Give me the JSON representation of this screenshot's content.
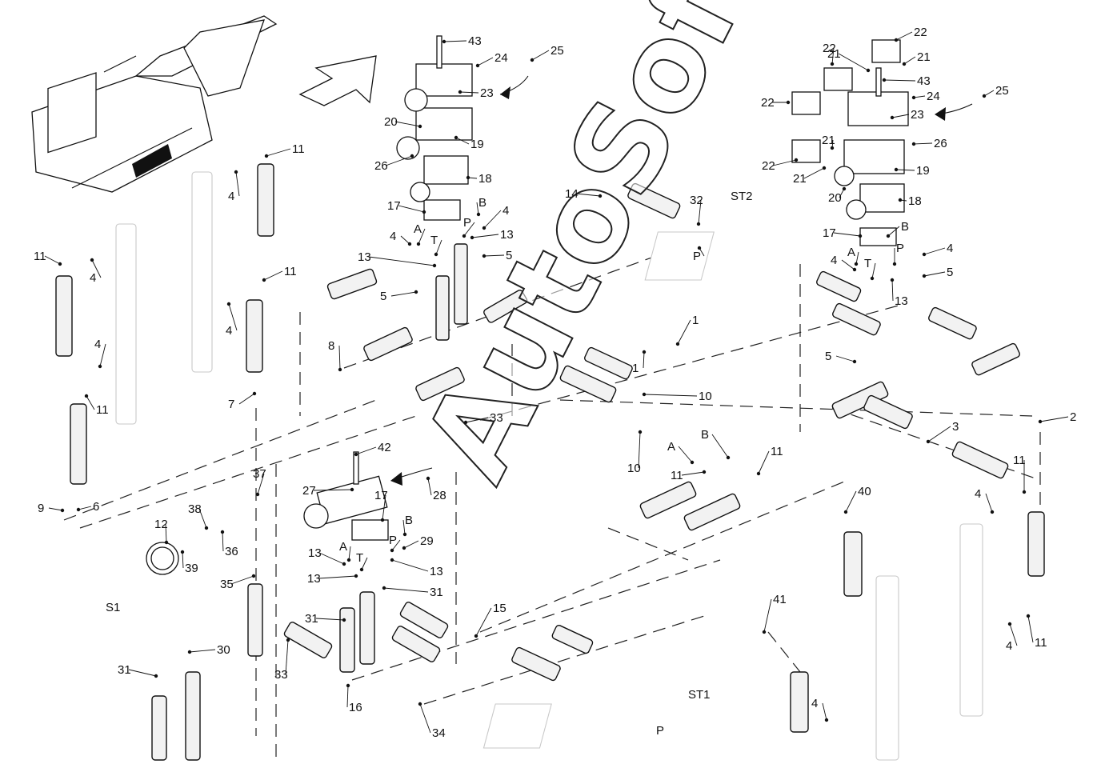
{
  "watermark": "AutoSoft",
  "callouts": [
    "43",
    "24",
    "25",
    "23",
    "20",
    "19",
    "26",
    "18",
    "17",
    "A",
    "B",
    "P",
    "T",
    "4",
    "13",
    "5",
    "8",
    "11",
    "7",
    "9",
    "6",
    "14",
    "32",
    "ST2",
    "1",
    "10",
    "33",
    "42",
    "27",
    "28",
    "29",
    "37",
    "38",
    "12",
    "36",
    "39",
    "35",
    "S1",
    "31",
    "30",
    "15",
    "16",
    "34",
    "40",
    "41",
    "ST1",
    "22",
    "21",
    "2",
    "3"
  ],
  "colors": {
    "line": "#111111",
    "ghost": "#c8c8c8",
    "hose_fill": "#f2f2f2",
    "background": "#ffffff"
  }
}
